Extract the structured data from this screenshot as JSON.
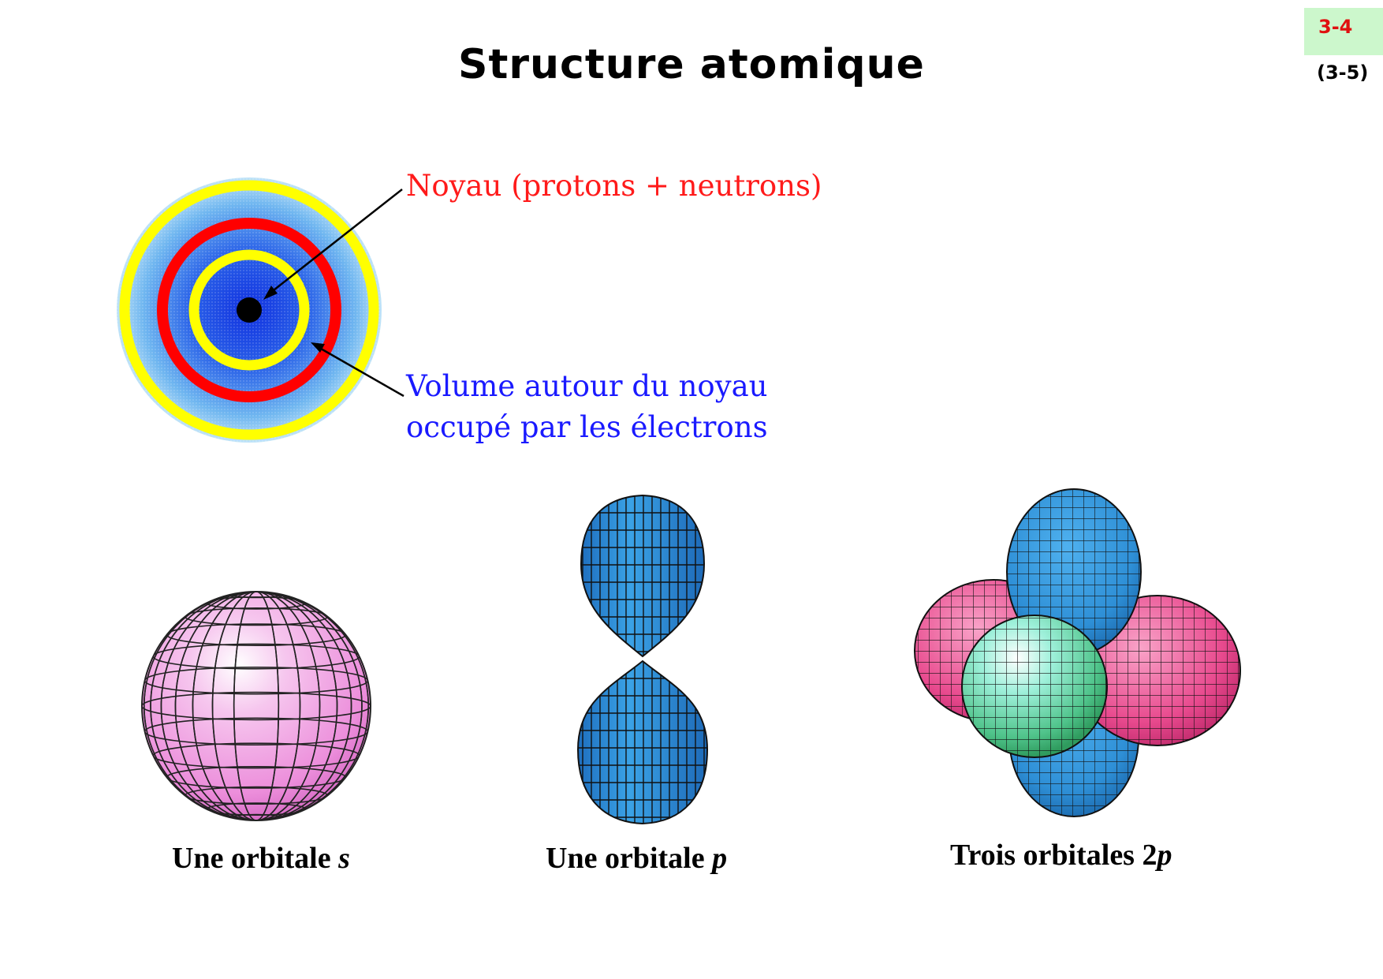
{
  "slide": {
    "title": "Structure atomique",
    "number": "3-4",
    "sub_number": "(3-5)"
  },
  "atom": {
    "nucleus_label": "Noyau (protons + neutrons)",
    "volume_label_line1": "Volume autour du noyau",
    "volume_label_line2": "occupé par les électrons"
  },
  "orbitals": {
    "s_caption": "Une orbitale ",
    "s_letter": "s",
    "p_caption": "Une orbitale ",
    "p_letter": "p",
    "p3_caption": "Trois orbitales 2",
    "p3_letter": "p"
  },
  "colors": {
    "nucleus_label": "#ff1a1a",
    "volume_label": "#1a1aff",
    "ring_yellow": "#ffff00",
    "ring_red": "#ff0000",
    "cloud_blue": "#2b63e8",
    "s_orbital": "#f2a0e4",
    "p_orbital": "#2e8fd6",
    "p_pink": "#e84a8e",
    "p_green": "#6fd7b0"
  }
}
